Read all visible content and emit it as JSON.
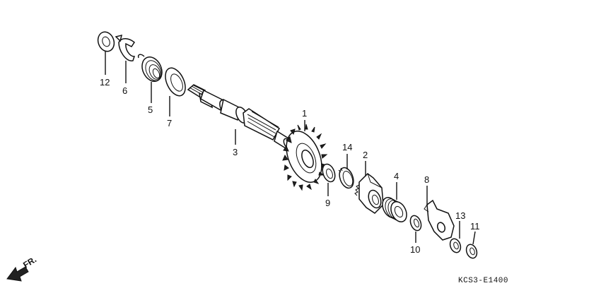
{
  "diagram": {
    "code": "KCS3-E1400",
    "direction_label": "FR.",
    "callouts": [
      {
        "id": "c1",
        "text": "1"
      },
      {
        "id": "c2",
        "text": "2"
      },
      {
        "id": "c3",
        "text": "3"
      },
      {
        "id": "c4",
        "text": "4"
      },
      {
        "id": "c5",
        "text": "5"
      },
      {
        "id": "c6",
        "text": "6"
      },
      {
        "id": "c7",
        "text": "7"
      },
      {
        "id": "c8",
        "text": "8"
      },
      {
        "id": "c9",
        "text": "9"
      },
      {
        "id": "c10",
        "text": "10"
      },
      {
        "id": "c11",
        "text": "11"
      },
      {
        "id": "c12",
        "text": "12"
      },
      {
        "id": "c13",
        "text": "13"
      },
      {
        "id": "c14",
        "text": "14"
      }
    ]
  }
}
